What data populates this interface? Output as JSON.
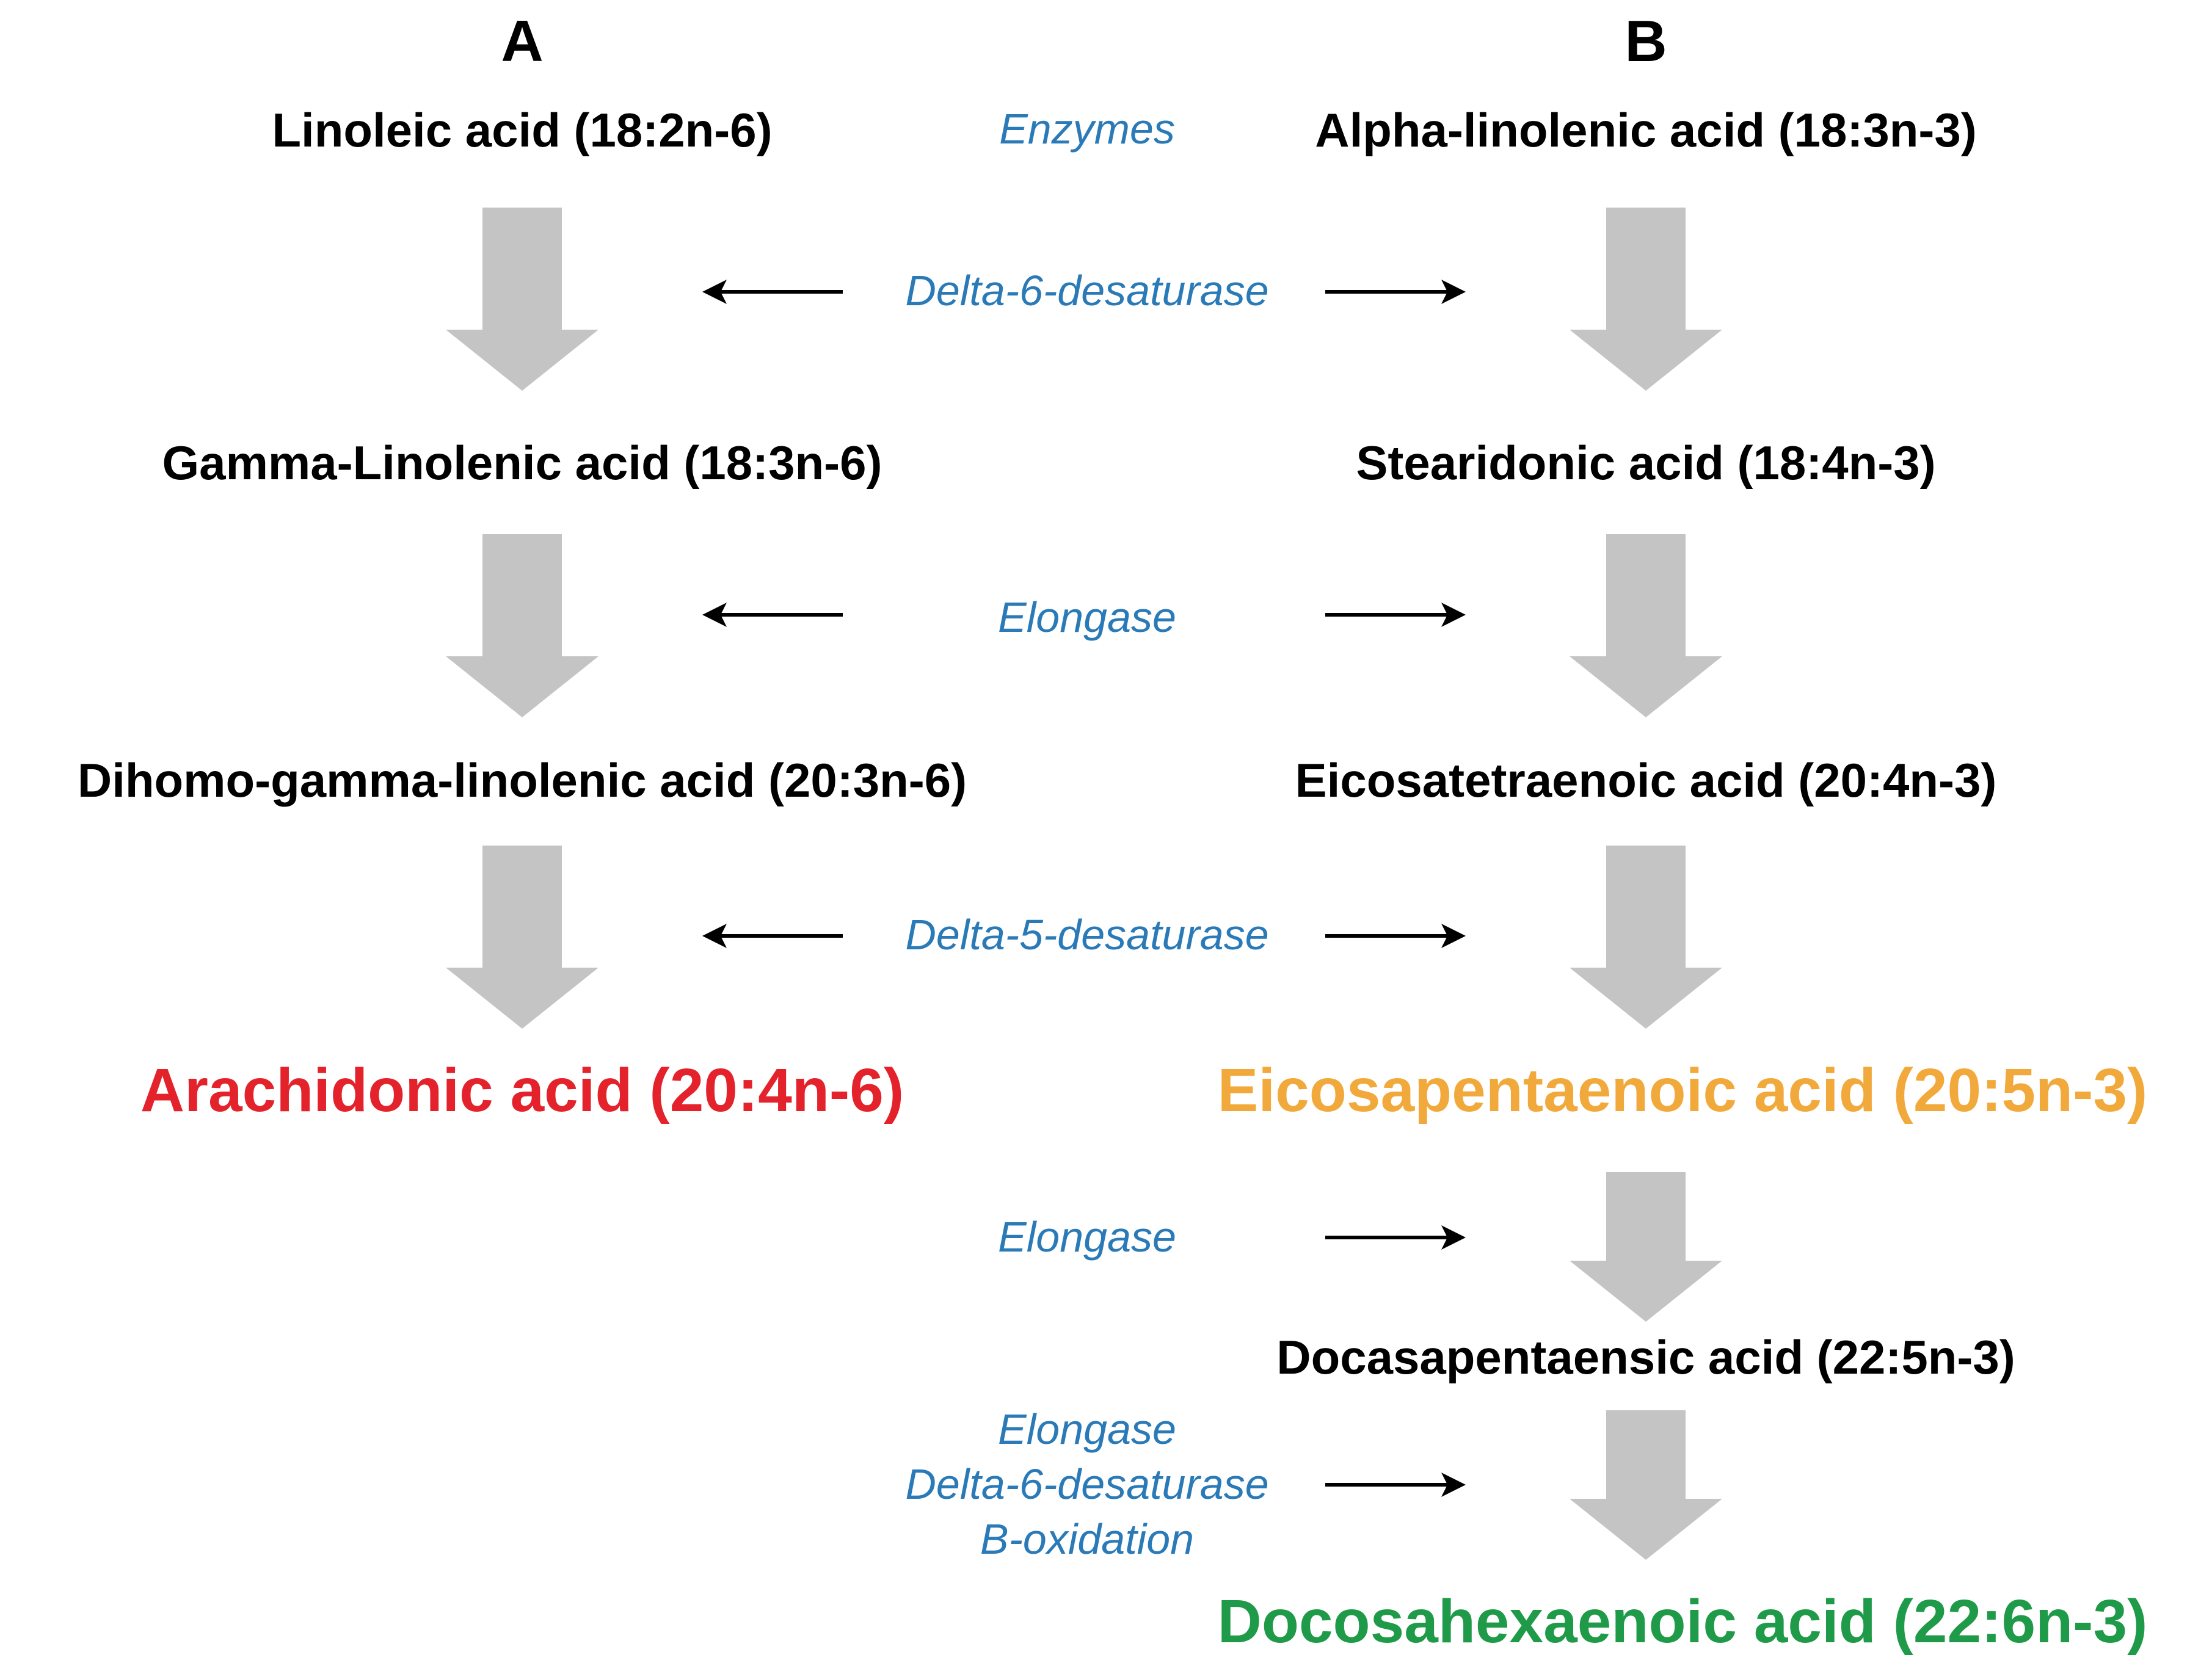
{
  "panels": {
    "a": "A",
    "b": "B"
  },
  "column_a": {
    "linoleic": "Linoleic acid (18:2n-6)",
    "gamma_linolenic": "Gamma-Linolenic acid (18:3n-6)",
    "dihomo": "Dihomo-gamma-linolenic acid (20:3n-6)",
    "arachidonic": "Arachidonic acid (20:4n-6)"
  },
  "column_b": {
    "alpha_linolenic": "Alpha-linolenic acid (18:3n-3)",
    "stearidonic": "Stearidonic acid (18:4n-3)",
    "eicosatetraenoic": "Eicosatetraenoic acid (20:4n-3)",
    "epa": "Eicosapentaenoic acid (20:5n-3)",
    "docasapentaensic": "Docasapentaensic acid (22:5n-3)",
    "dha": "Docosahexaenoic acid (22:6n-3)"
  },
  "enzymes": {
    "header": "Enzymes",
    "step1": "Delta-6-desaturase",
    "step2": "Elongase",
    "step3": "Delta-5-desaturase",
    "step4": "Elongase",
    "step5_line1": "Elongase",
    "step5_line2": "Delta-6-desaturase",
    "step5_line3": "B-oxidation"
  },
  "colors": {
    "arachidonic": "#e4222b",
    "epa": "#f2a93b",
    "dha": "#1f9a48",
    "enzyme": "#2a7ab8",
    "pathway_arrow": "#c4c4c4"
  }
}
